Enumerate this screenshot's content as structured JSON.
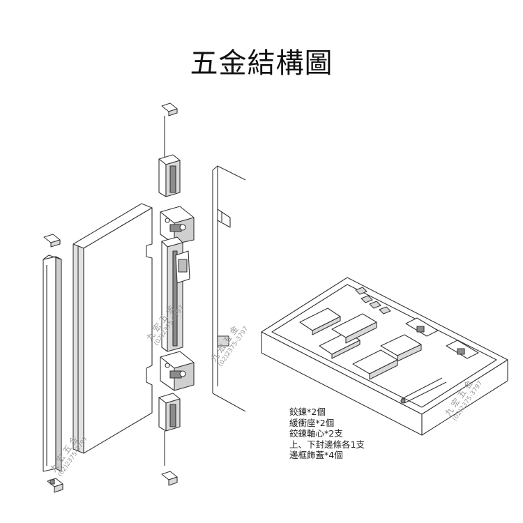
{
  "title": "五金結構圖",
  "parts_list": [
    "鉸鍊*2個",
    "緩衝座*2個",
    "鉸鍊軸心*2支",
    "上、下封邊條各1支",
    "邊框飾蓋*4個"
  ],
  "watermark": {
    "name": "九 宏 五 金",
    "phone": "(02)2375-3797"
  },
  "colors": {
    "line": "#333333",
    "face": "#ffffff",
    "shade": "#d9d9d9",
    "dark": "#8c8c8c"
  }
}
